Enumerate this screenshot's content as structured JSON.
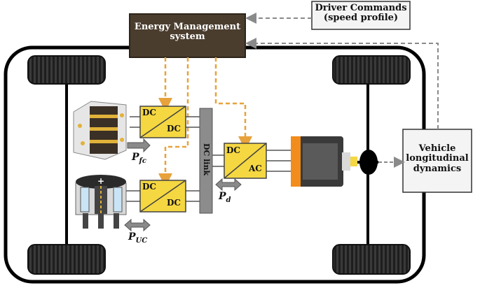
{
  "blocks": {
    "ems": {
      "line1": "Energy Management",
      "line2": "system"
    },
    "driver": {
      "line1": "Driver Commands",
      "line2": "(speed profile)"
    },
    "vehicle": {
      "line1": "Vehicle",
      "line2": "longitudinal",
      "line3": "dynamics"
    },
    "dcdc_fc": {
      "in": "DC",
      "out": "DC"
    },
    "dcdc_uc": {
      "in": "DC",
      "out": "DC"
    },
    "dcac": {
      "in": "DC",
      "out": "AC"
    },
    "dc_link": "DC link"
  },
  "power_labels": {
    "p_fc": {
      "base": "P",
      "sub": "fc"
    },
    "p_uc": {
      "base": "P",
      "sub": "UC"
    },
    "p_d": {
      "base": "P",
      "sub": "d"
    }
  },
  "colors": {
    "ems_fill": "#4a3d2e",
    "converter_fill": "#f5d742",
    "control_dash": "#e8a23c",
    "signal_dash": "#8a8a8a",
    "dc_link_fill": "#8c8c8c",
    "motor_orange": "#f28c1c",
    "arrow_gray": "#8a8a8a"
  },
  "icons": [
    "fuel-cell-icon",
    "ultracapacitor-icon",
    "electric-motor-icon",
    "tire-icon",
    "differential-icon"
  ]
}
